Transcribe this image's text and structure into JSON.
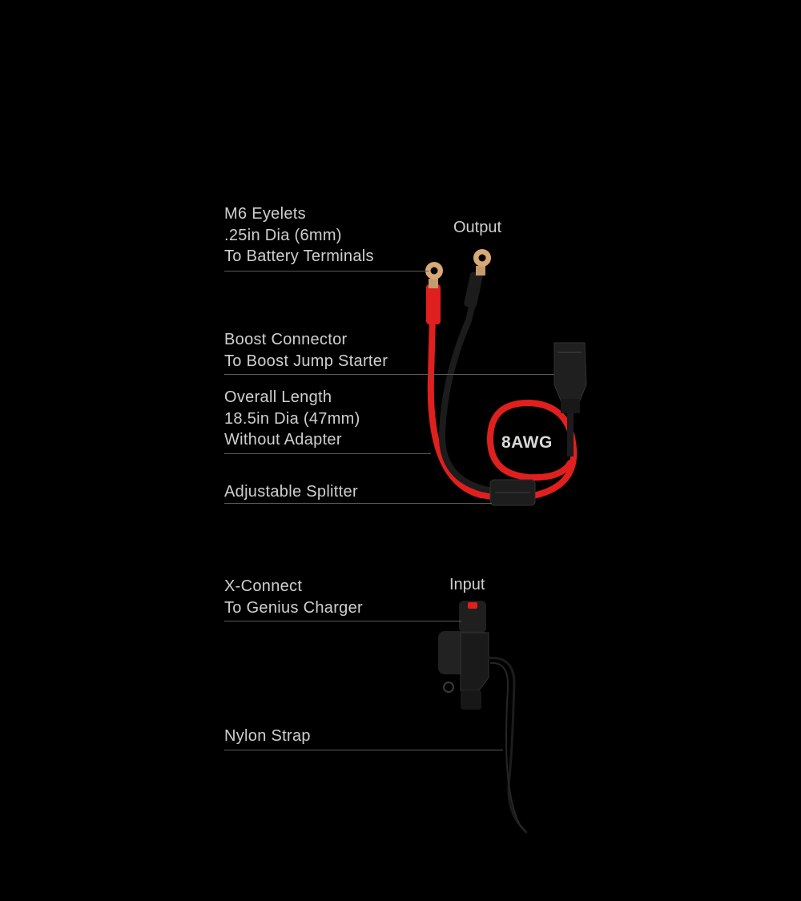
{
  "callouts": {
    "eyelets": [
      "M6 Eyelets",
      ".25in Dia (6mm)",
      "To Battery Terminals"
    ],
    "boost": [
      "Boost Connector",
      "To Boost Jump Starter"
    ],
    "length": [
      "Overall Length",
      "18.5in Dia (47mm)",
      "Without Adapter"
    ],
    "splitter": [
      "Adjustable Splitter"
    ],
    "xconnect": [
      "X-Connect",
      "To Genius Charger"
    ],
    "strap": [
      "Nylon Strap"
    ]
  },
  "tags": {
    "output": "Output",
    "input": "Input",
    "gauge": "8AWG"
  },
  "colors": {
    "background": "#000000",
    "cable_red": "#e0201e",
    "cable_black": "#1a1a1a",
    "eyelet_gold": "#d9a877",
    "text": "#cfcfcf",
    "leader": "#5a5a5a"
  }
}
